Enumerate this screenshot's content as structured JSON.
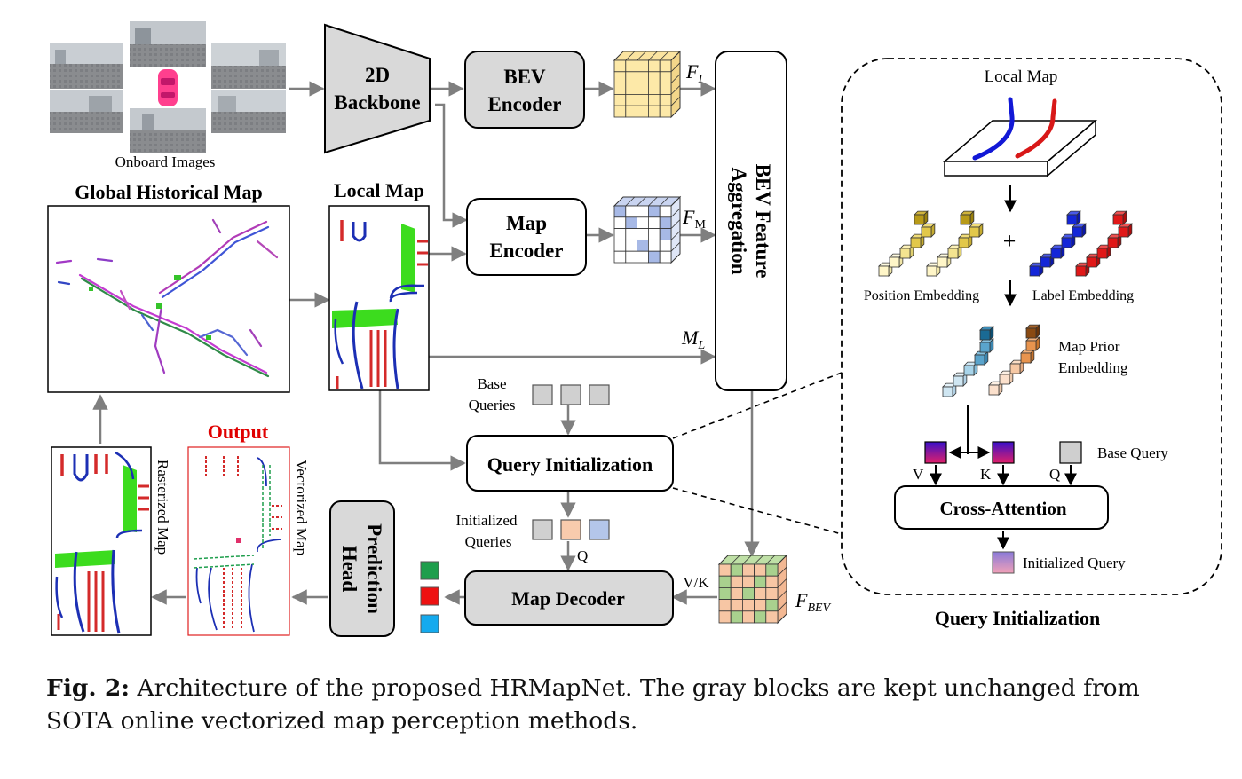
{
  "onboard": {
    "caption": "Onboard Images"
  },
  "backbone": {
    "line1": "2D",
    "line2": "Backbone"
  },
  "bev_encoder": {
    "line1": "BEV",
    "line2": "Encoder"
  },
  "map_encoder": {
    "line1": "Map",
    "line2": "Encoder"
  },
  "aggregation": {
    "line1": "BEV Feature",
    "line2": "Aggregation"
  },
  "features": {
    "fi_base": "F",
    "fi_sub": "I",
    "fm_base": "F",
    "fm_sub": "M",
    "ml_base": "M",
    "ml_sub": "L",
    "fbev_base": "F",
    "fbev_sub": "BEV"
  },
  "global_map": {
    "title": "Global Historical Map"
  },
  "local_map": {
    "title": "Local Map"
  },
  "base_queries": {
    "line1": "Base",
    "line2": "Queries"
  },
  "query_init": {
    "label": "Query Initialization"
  },
  "init_queries": {
    "line1": "Initialized",
    "line2": "Queries",
    "q_label": "Q"
  },
  "map_decoder": {
    "label": "Map Decoder",
    "vk_label": "V/K"
  },
  "prediction_head": {
    "line1": "Prediction",
    "line2": "Head"
  },
  "output": {
    "title": "Output",
    "rasterized": "Rasterized Map",
    "vectorized": "Vectorized Map"
  },
  "detail": {
    "local_map": "Local Map",
    "plus": "+",
    "position_embedding": "Position Embedding",
    "label_embedding": "Label Embedding",
    "map_prior_line1": "Map Prior",
    "map_prior_line2": "Embedding",
    "v": "V",
    "k": "K",
    "q": "Q",
    "base_query": "Base Query",
    "cross_attention": "Cross-Attention",
    "initialized_query": "Initialized Query",
    "title": "Query Initialization"
  },
  "caption": {
    "label": "Fig. 2:",
    "text": " Architecture of the proposed HRMapNet. The gray blocks are kept unchanged from SOTA online vectorized map perception methods."
  },
  "colors": {
    "gray_block": "#d9d9d9",
    "divider_green": "#3cdc1e",
    "boundary_red": "#d42a2a",
    "ped_blue": "#1c2fb4",
    "output_red": "#e00000",
    "feature_yellow": "#fde9a8",
    "map_feature_blue": "#a7b9e6",
    "bev_orange": "#f7c6a4",
    "bev_green": "#a9d18e",
    "class_green": "#1e9e4c",
    "class_red": "#ee1111",
    "class_cyan": "#14aaee"
  }
}
